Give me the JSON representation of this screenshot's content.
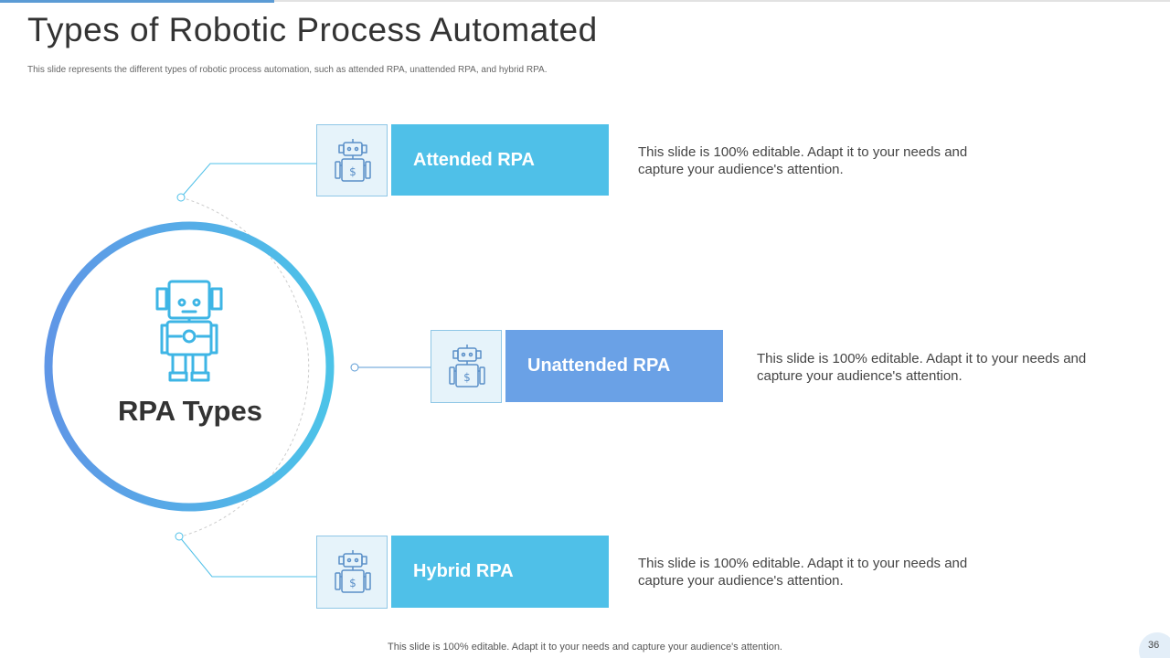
{
  "slide": {
    "title": "Types of Robotic Process Automated",
    "subtitle": "This slide represents the different types of robotic process automation, such as attended RPA, unattended RPA, and hybrid RPA.",
    "center_label": "RPA Types",
    "items": [
      {
        "label": "Attended RPA",
        "description": "This slide is 100% editable. Adapt it to your needs and capture your audience's attention.",
        "icon": "robot-icon",
        "color": "#4fc0e8"
      },
      {
        "label": "Unattended RPA",
        "description": "This slide is 100% editable. Adapt it to your needs and capture your audience's attention.",
        "icon": "robot-icon",
        "color": "#6aa1e6"
      },
      {
        "label": "Hybrid RPA",
        "description": "This slide is 100% editable. Adapt it to your needs and capture your audience's attention.",
        "icon": "robot-icon",
        "color": "#4fc0e8"
      }
    ],
    "footer": "This slide is 100% editable. Adapt it to your needs and capture your audience's attention.",
    "page_number": "36",
    "colors": {
      "accent_cyan": "#4fc0e8",
      "accent_blue": "#6aa1e6",
      "icon_stroke": "#3eb5e5"
    }
  }
}
